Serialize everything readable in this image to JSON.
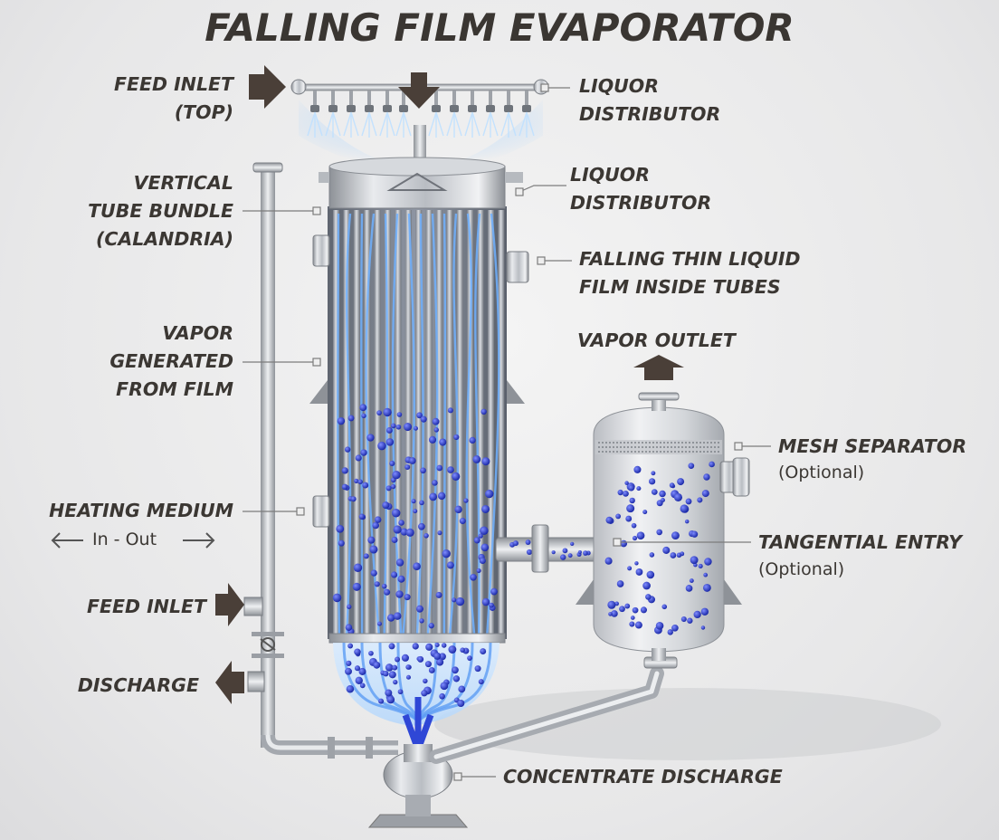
{
  "title": "FALLING FILM EVAPORATOR",
  "labels": {
    "feed_inlet_top": [
      "FEED INLET",
      "(TOP)"
    ],
    "liquor_distributor_top": [
      "LIQUOR",
      "DISTRIBUTOR"
    ],
    "vertical_tube_bundle": [
      "VERTICAL",
      "TUBE BUNDLE",
      "(CALANDRIA)"
    ],
    "liquor_distributor": [
      "LIQUOR",
      "DISTRIBUTOR"
    ],
    "falling_film": [
      "FALLING THIN LIQUID",
      "FILM INSIDE TUBES"
    ],
    "vapor_generated": [
      "VAPOR",
      "GENERATED",
      "FROM FILM"
    ],
    "vapor_outlet": "VAPOR OUTLET",
    "mesh_separator": "MESH SEPARATOR",
    "mesh_separator_note": "(Optional)",
    "heating_medium": "HEATING MEDIUM",
    "heating_medium_flow": "In - Out",
    "tangential_entry": "TANGENTIAL ENTRY",
    "tangential_entry_note": "(Optional)",
    "feed_inlet": "FEED INLET",
    "discharge": "DISCHARGE",
    "concentrate_discharge": "CONCENTRATE DISCHARGE"
  },
  "colors": {
    "text": "#3b3733",
    "arrow": "#4a3f38",
    "steel": "#b8bcc2",
    "liquid": "#4f8fe8",
    "bubble": "#2e3fcf"
  }
}
